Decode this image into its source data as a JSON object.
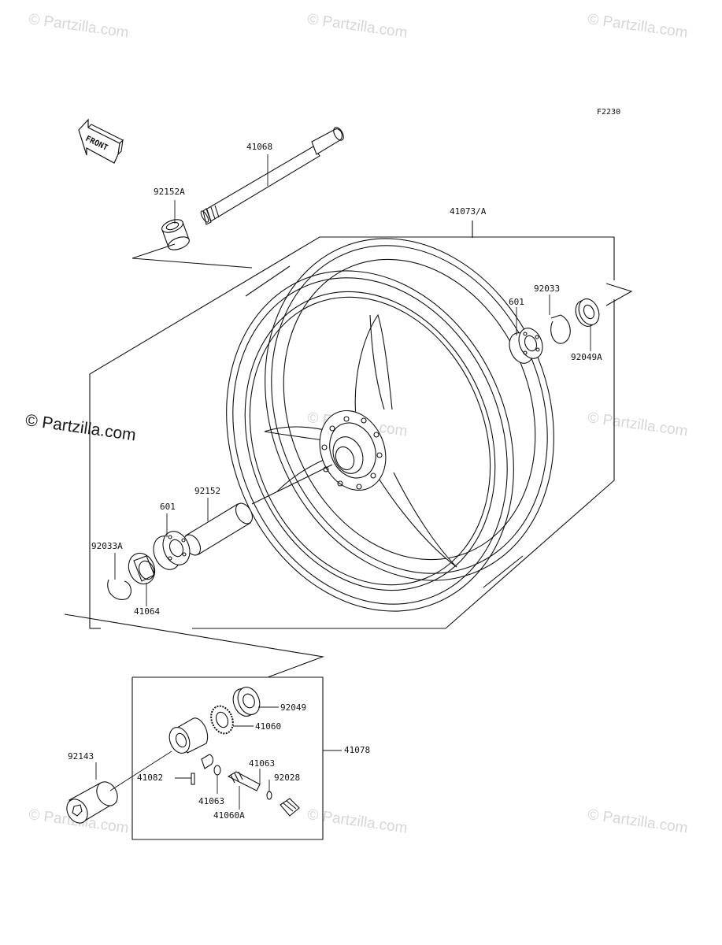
{
  "diagram_code": "F2230",
  "front_label": "FRONT",
  "watermark": "© Partzilla.com",
  "watermarks": [
    "© Partzilla.com",
    "© Partzilla.com",
    "© Partzilla.com",
    "© Partzilla.com",
    "© Partzilla.com",
    "© Partzilla.com",
    "© Partzilla.com",
    "© Partzilla.com",
    "© Partzilla.com"
  ],
  "main_watermark": "© Partzilla.com",
  "labels": {
    "p41068": "41068",
    "p92152A": "92152A",
    "p41073A": "41073/A",
    "p92033": "92033",
    "p601_top": "601",
    "p92049A": "92049A",
    "p92152": "92152",
    "p601_bottom": "601",
    "p92033A": "92033A",
    "p41064": "41064",
    "p92049": "92049",
    "p41060": "41060",
    "p41078": "41078",
    "p92143": "92143",
    "p41063_a": "41063",
    "p92028": "92028",
    "p41082": "41082",
    "p41063_b": "41063",
    "p41060A": "41060A"
  }
}
